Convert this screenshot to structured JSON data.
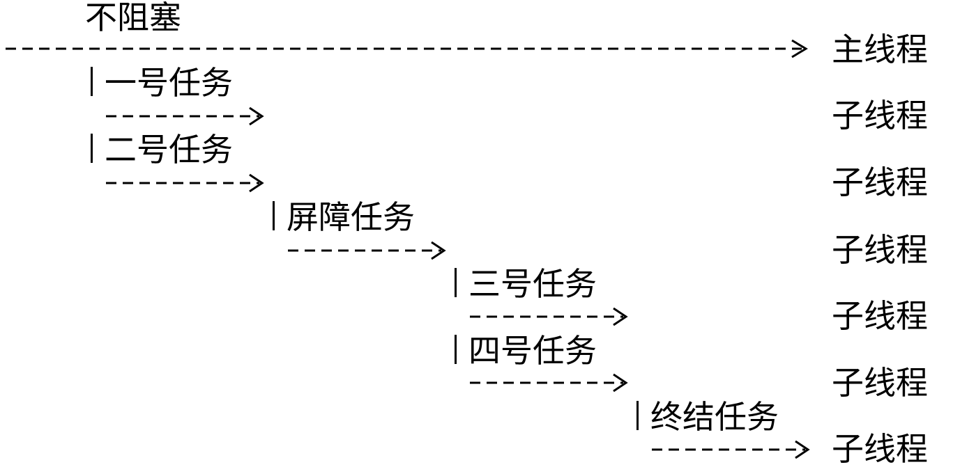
{
  "header_label": "不阻塞",
  "main_thread_label": "主线程",
  "tasks": [
    {
      "task_label": "一号任务",
      "thread_label": "子线程"
    },
    {
      "task_label": "二号任务",
      "thread_label": "子线程"
    },
    {
      "task_label": "屏障任务",
      "thread_label": "子线程"
    },
    {
      "task_label": "三号任务",
      "thread_label": "子线程"
    },
    {
      "task_label": "四号任务",
      "thread_label": "子线程"
    },
    {
      "task_label": "终结任务",
      "thread_label": "子线程"
    }
  ]
}
